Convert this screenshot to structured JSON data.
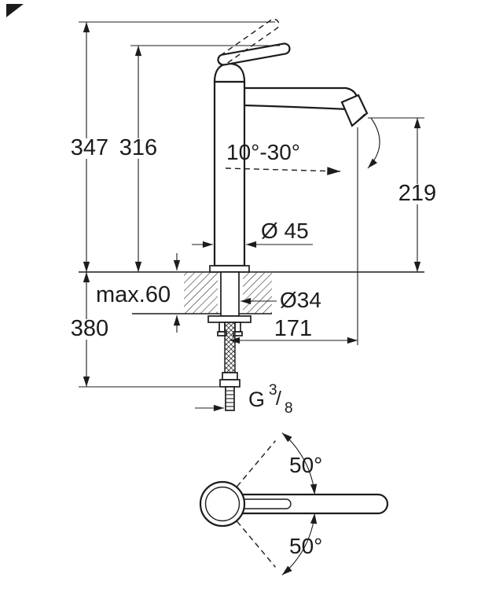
{
  "colors": {
    "line": "#1c1c1c",
    "background": "#ffffff"
  },
  "side_view": {
    "total_height": "347",
    "upper_height": "316",
    "angle_range": "10°-30°",
    "outlet_height": "219",
    "body_diameter": "Ø 45",
    "max_thickness": "max.60",
    "hole_diameter": "Ø34",
    "below_length": "380",
    "projection": "171",
    "thread_g": "G",
    "thread_num": "3",
    "thread_slash": "/",
    "thread_den": "8"
  },
  "top_view": {
    "swivel_upper": "50°",
    "swivel_lower": "50°"
  }
}
